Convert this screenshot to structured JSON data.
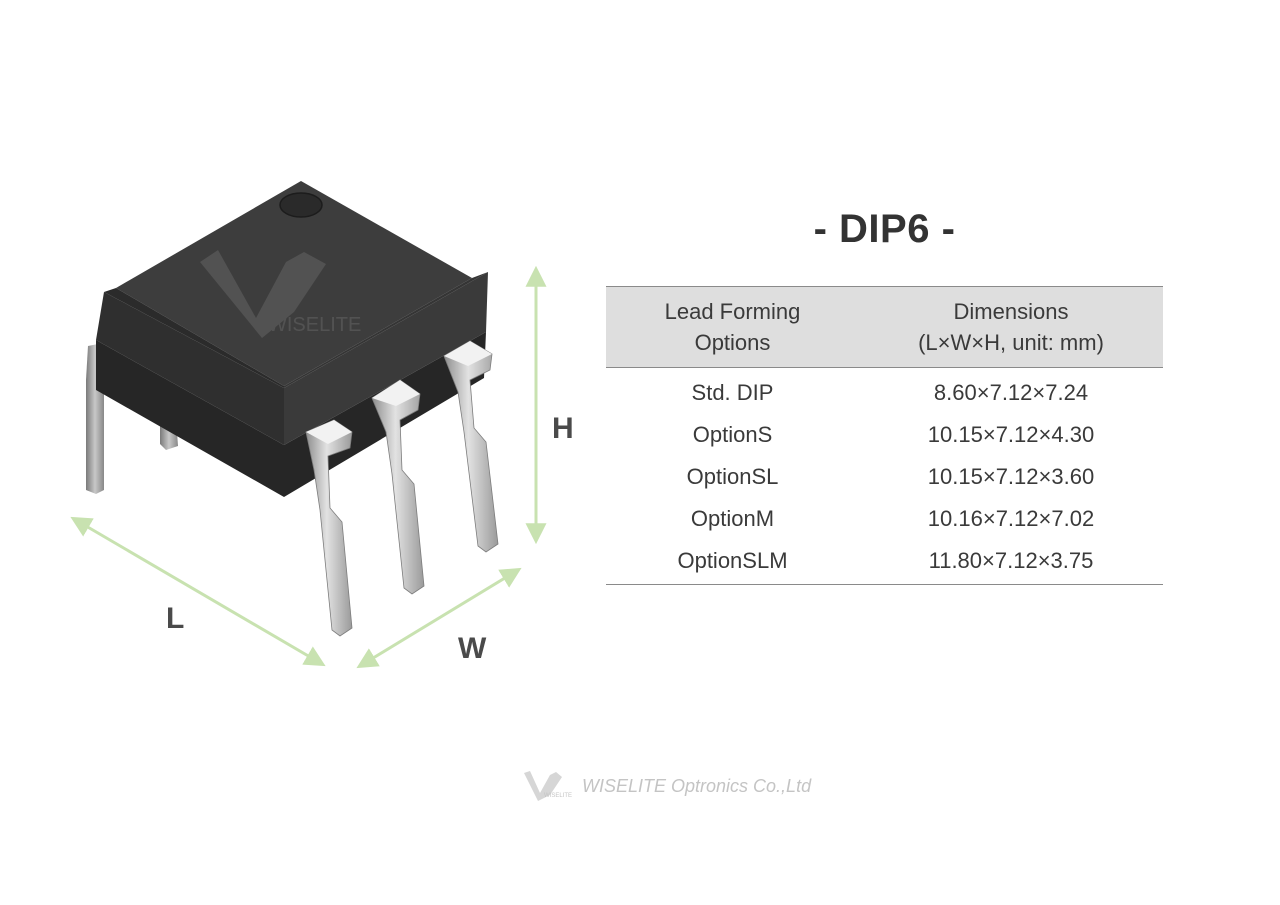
{
  "illustration": {
    "watermark_brand": "WISELITE",
    "dimension_labels": {
      "length": "L",
      "width": "W",
      "height": "H"
    },
    "arrow_color": "#c8e2b0"
  },
  "title": "- DIP6 -",
  "table": {
    "headers": [
      [
        "Lead Forming",
        "Options"
      ],
      [
        "Dimensions",
        "(L×W×H, unit: mm)"
      ]
    ],
    "rows": [
      [
        "Std. DIP",
        "8.60×7.12×7.24"
      ],
      [
        "OptionS",
        "10.15×7.12×4.30"
      ],
      [
        "OptionSL",
        "10.15×7.12×3.60"
      ],
      [
        "OptionM",
        "10.16×7.12×7.02"
      ],
      [
        "OptionSLM",
        "11.80×7.12×3.75"
      ]
    ]
  },
  "footer": {
    "logo_mark": "WISELITE",
    "company": "WISELITE Optronics Co.,Ltd"
  },
  "colors": {
    "header_bg": "#dedede",
    "rule": "#8a8a8a",
    "text": "#3a3a3a",
    "footer_text": "#c4c4c4"
  }
}
